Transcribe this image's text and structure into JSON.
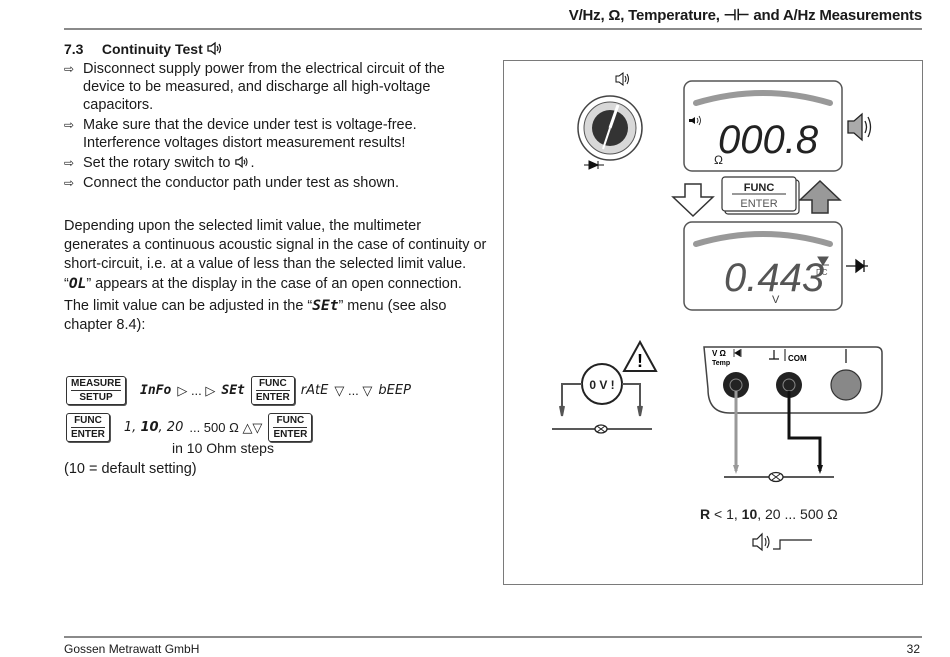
{
  "header": {
    "title": "V/Hz, Ω, Temperature, ⊣⊢ and A/Hz Measurements"
  },
  "section": {
    "number": "7.3",
    "title": "Continuity Test",
    "bullets": [
      "Disconnect supply power from the electrical circuit of the device to be measured, and discharge all high-voltage capacitors.",
      "Make sure that the device under test is voltage-free. Interference voltages distort measurement results!",
      "Set the rotary switch to",
      "Connect the conductor path under test as shown."
    ],
    "bullet3_suffix": ".",
    "para1": "Depending upon the selected limit value, the multimeter generates a continuous acoustic signal in the case of continuity or short-circuit, i.e. at a value of less than the selected limit value.",
    "para2_pre": "“",
    "para2_lcd": "OL",
    "para2_post": "” appears at the display in the case of an open connection.",
    "para3_pre": "The limit value can be adjusted in the “",
    "para3_lcd": "SEt",
    "para3_post": "” menu (see also chapter 8.4):"
  },
  "sequence": {
    "key_measure_top": "MEASURE",
    "key_measure_bottom": "SETUP",
    "info": "InFo",
    "step1": "▷ ... ▷",
    "set": "SEt",
    "key_func_top": "FUNC",
    "key_func_bottom": "ENTER",
    "rate": "rAtE",
    "step2": "▽ ... ▽",
    "beep": "bEEP",
    "values_1": "1,",
    "values_10": "10",
    "values_20": ", 20",
    "values_rest": "... 500 Ω △▽",
    "steps_note": "in 10 Ohm steps",
    "default_note": "(10 = default setting)"
  },
  "figure": {
    "display1_value": "000.8",
    "display1_unit": "Ω",
    "func_key_top": "FUNC",
    "func_key_bottom": "ENTER",
    "display2_value": "0.443",
    "display2_unit": "V",
    "display2_dc": "DC",
    "socket_v_label": "V Ω",
    "socket_temp_label": "Temp",
    "socket_com_label": "COM",
    "zero_volt": "0 V !",
    "warning": "!",
    "limit_R": "R",
    "limit_text_a": " < 1, ",
    "limit_text_b": "10",
    "limit_text_c": ", 20 ... 500 Ω"
  },
  "footer": {
    "company": "Gossen Metrawatt GmbH",
    "page": "32"
  }
}
